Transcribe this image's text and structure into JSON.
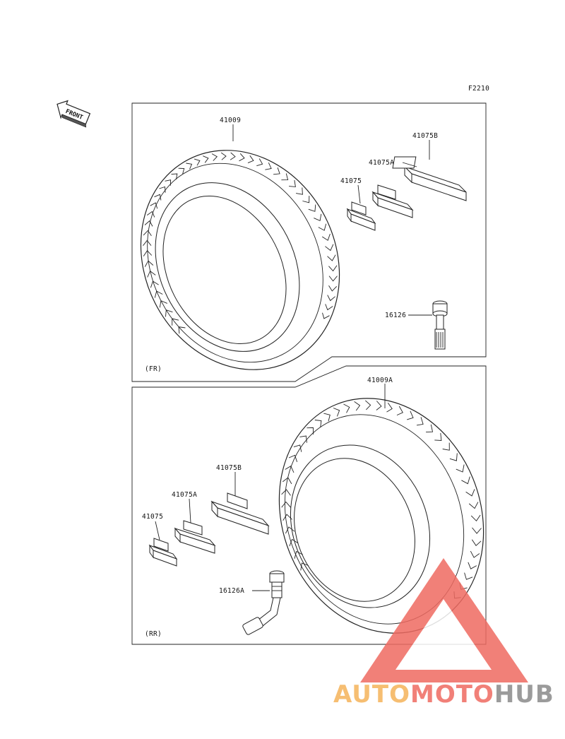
{
  "figure_code": "F2210",
  "front_arrow_label": "FRONT",
  "front_section": {
    "tag": "(FR)",
    "parts": {
      "tire": "41009",
      "weight_b": "41075B",
      "weight_a": "41075A",
      "weight": "41075",
      "valve": "16126"
    }
  },
  "rear_section": {
    "tag": "(RR)",
    "parts": {
      "tire": "41009A",
      "weight_b": "41075B",
      "weight_a": "41075A",
      "weight": "41075",
      "valve": "16126A"
    }
  },
  "watermark": {
    "part1": "AUTO",
    "part2": "MOTO",
    "part3": "HUB"
  }
}
